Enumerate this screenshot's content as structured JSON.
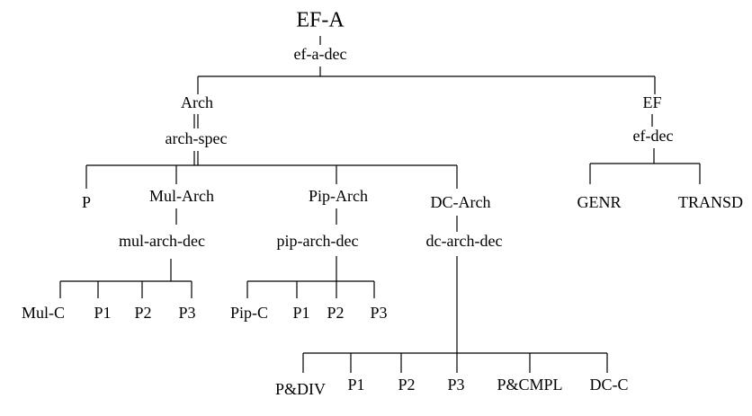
{
  "diagram": {
    "root": {
      "label": "EF-A",
      "decomposition": "ef-a-dec"
    },
    "arch": {
      "label": "Arch",
      "decomposition": "arch-spec"
    },
    "ef": {
      "label": "EF",
      "decomposition": "ef-dec"
    },
    "ef_children": [
      "GENR",
      "TRANSD"
    ],
    "arch_children": {
      "p": "P",
      "mul_arch": {
        "label": "Mul-Arch",
        "decomposition": "mul-arch-dec"
      },
      "pip_arch": {
        "label": "Pip-Arch",
        "decomposition": "pip-arch-dec"
      },
      "dc_arch": {
        "label": "DC-Arch",
        "decomposition": "dc-arch-dec"
      }
    },
    "mul_children": [
      "Mul-C",
      "P1",
      "P2",
      "P3"
    ],
    "pip_children": [
      "Pip-C",
      "P1",
      "P2",
      "P3"
    ],
    "dc_children": [
      "P&DIV",
      "P1",
      "P2",
      "P3",
      "P&CMPL",
      "DC-C"
    ]
  }
}
